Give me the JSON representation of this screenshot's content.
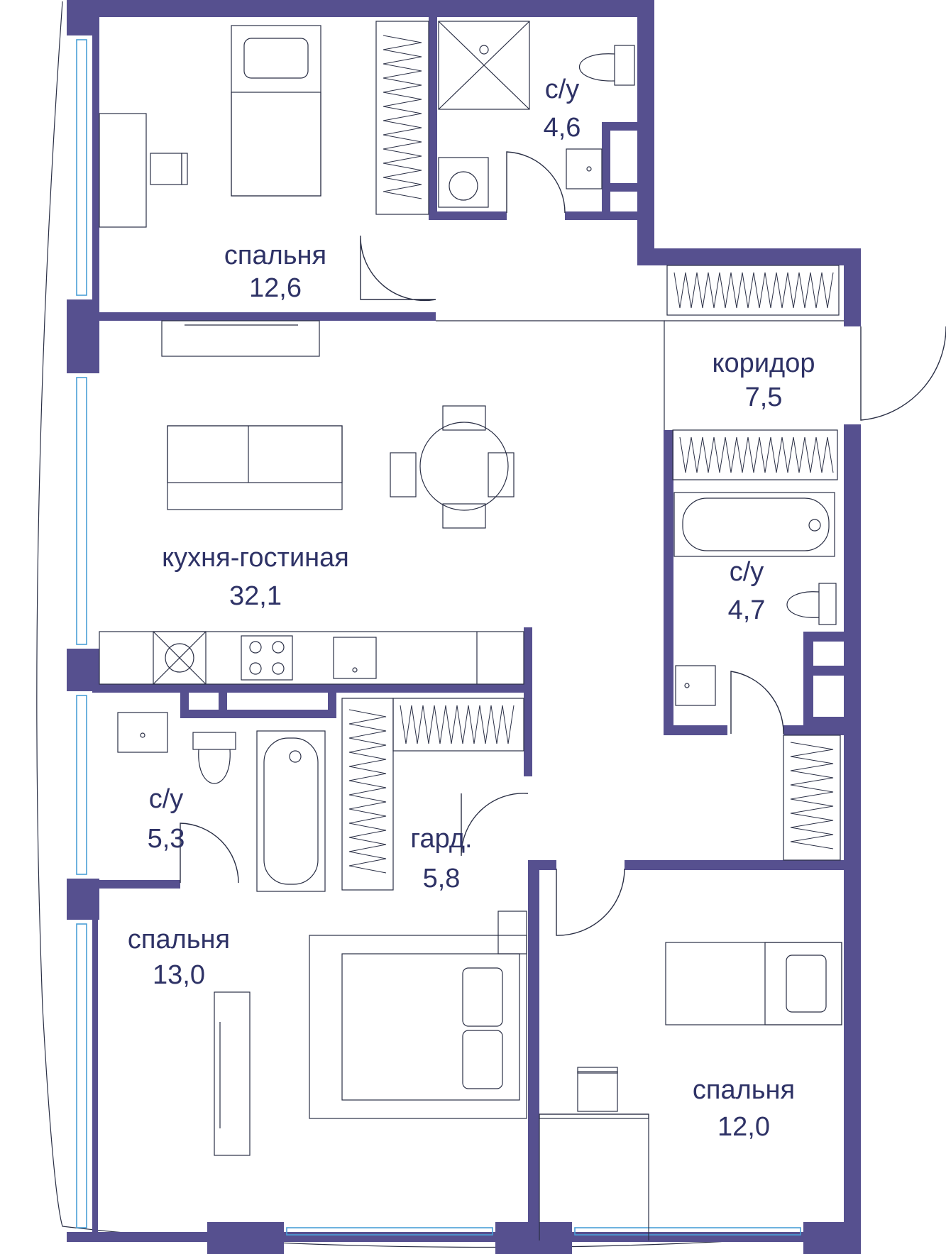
{
  "rooms": [
    {
      "name": "спальня",
      "area": "12,6"
    },
    {
      "name": "с/у",
      "area": "4,6"
    },
    {
      "name": "коридор",
      "area": "7,5"
    },
    {
      "name": "кухня-гостиная",
      "area": "32,1"
    },
    {
      "name": "с/у",
      "area": "4,7"
    },
    {
      "name": "с/у",
      "area": "5,3"
    },
    {
      "name": "гард.",
      "area": "5,8"
    },
    {
      "name": "спальня",
      "area": "13,0"
    },
    {
      "name": "спальня",
      "area": "12,0"
    }
  ],
  "colors": {
    "wall": "#56508f",
    "label": "#2e3266",
    "window": "#4a9fd6",
    "line": "#2a2f45"
  },
  "icons": [
    "bed-icon",
    "desk-icon",
    "chair-icon",
    "wardrobe-icon",
    "shower-icon",
    "toilet-icon",
    "sink-icon",
    "washing-machine-icon",
    "sofa-icon",
    "dining-table-icon",
    "stove-icon",
    "bathtub-icon",
    "tv-icon"
  ]
}
